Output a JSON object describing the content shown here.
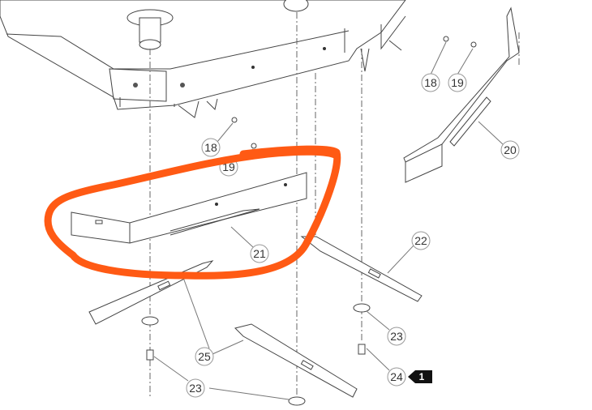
{
  "callouts": {
    "c18a": "18",
    "c19a": "19",
    "c20": "20",
    "c18b": "18",
    "c19b": "19",
    "c21": "21",
    "c22": "22",
    "c23a": "23",
    "c24": "24",
    "c25": "25",
    "c23b": "23"
  },
  "badge": {
    "label": "1",
    "color": "#111111"
  },
  "highlight": {
    "color": "#ff5a14",
    "target_part": "21"
  }
}
